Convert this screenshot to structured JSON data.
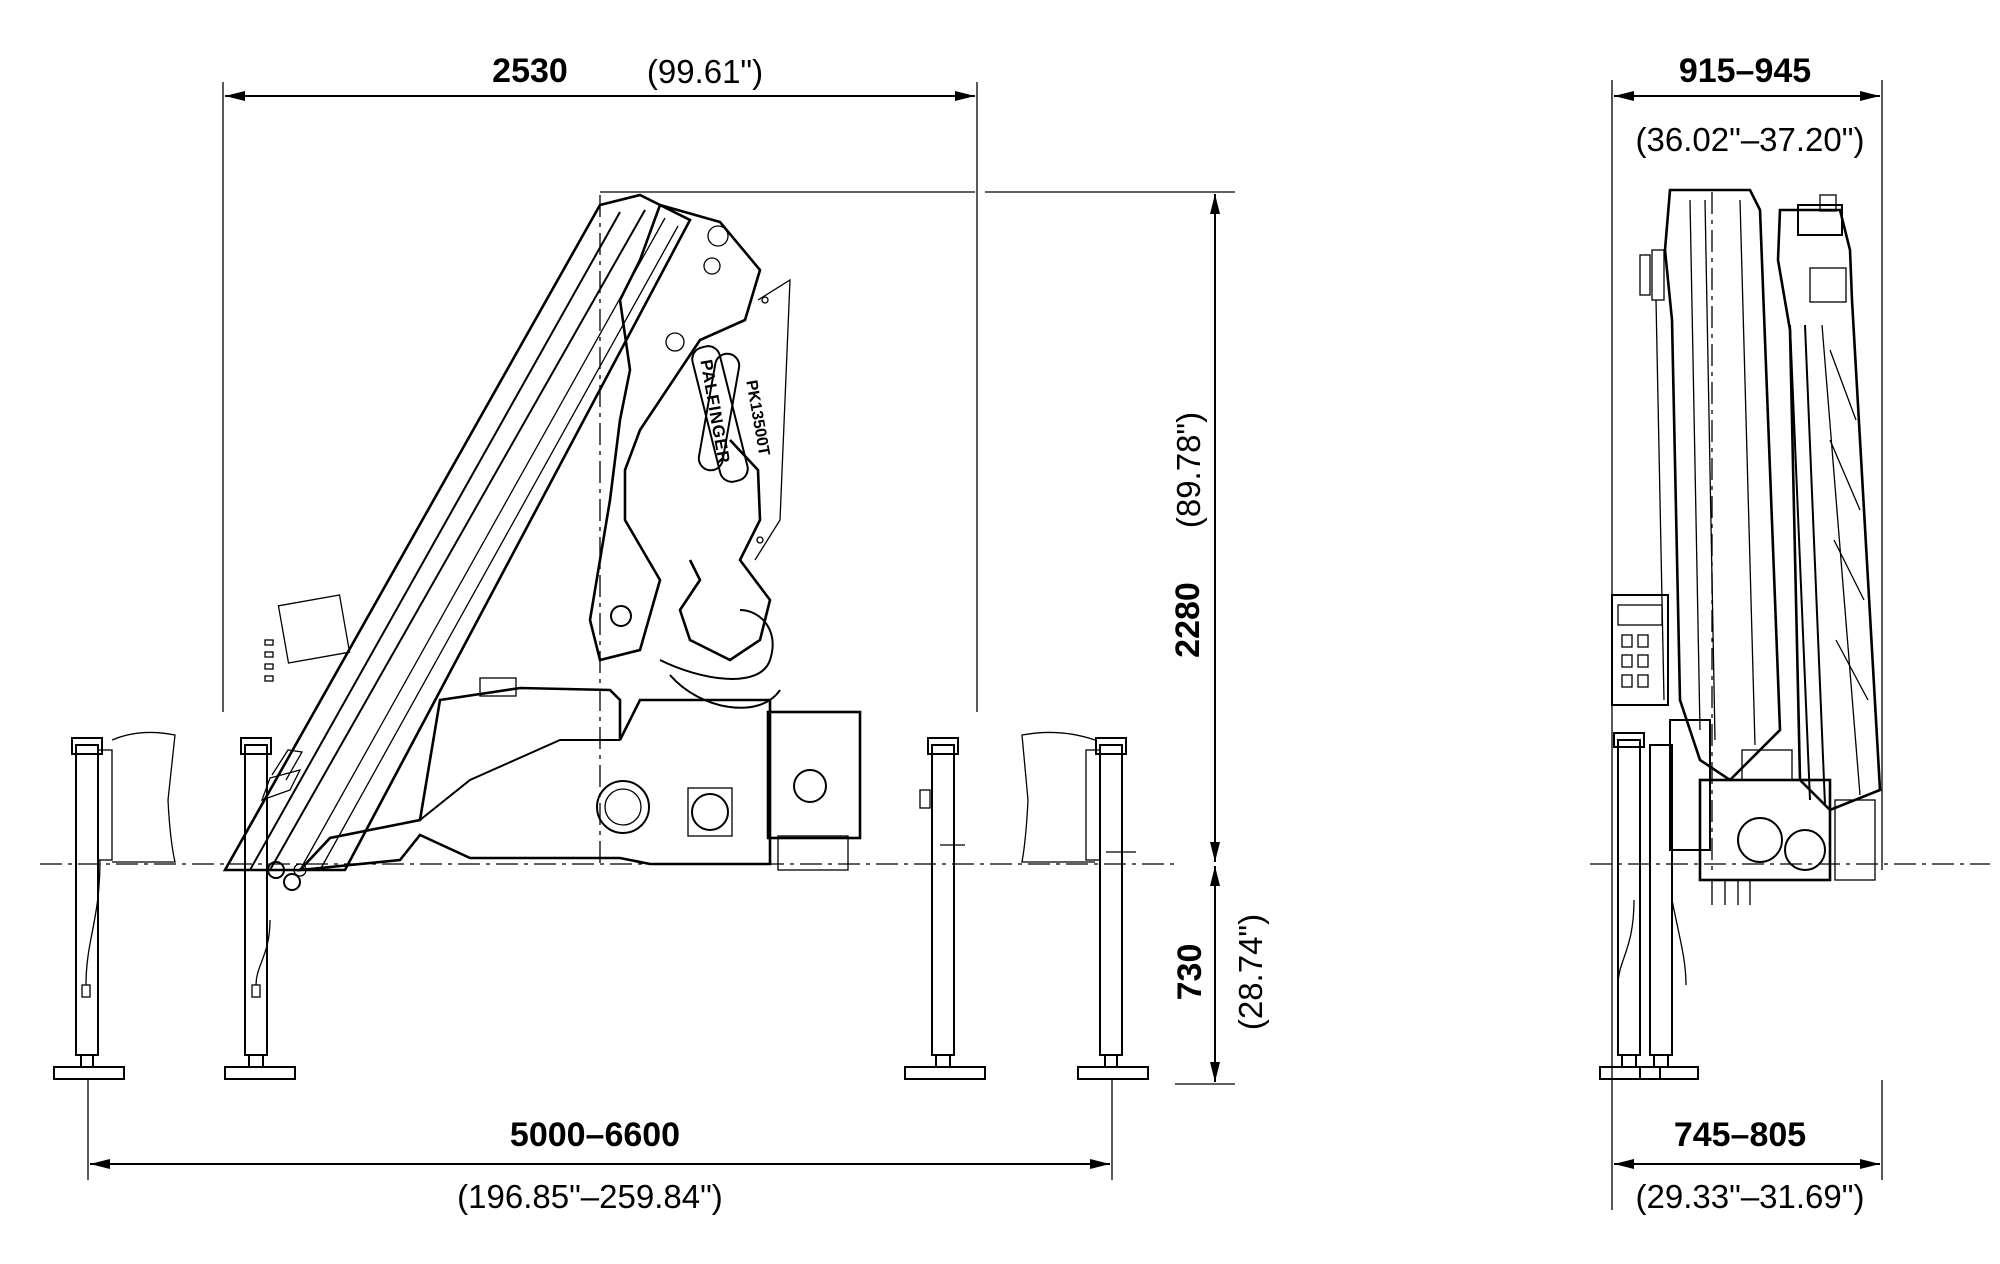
{
  "views": {
    "side": {
      "overall_length": {
        "mm": "2530",
        "in": "(99.61\")"
      },
      "height_above_base": {
        "mm": "2280",
        "in": "(89.78\")"
      },
      "height_below_base": {
        "mm": "730",
        "in": "(28.74\")"
      },
      "outrigger_span": {
        "mm": "5000–6600",
        "in": "(196.85\"–259.84\")"
      }
    },
    "end": {
      "top_width": {
        "mm": "915–945",
        "in": "(36.02\"–37.20\")"
      },
      "base_width": {
        "mm": "745–805",
        "in": "(29.33\"–31.69\")"
      }
    }
  },
  "boom_labels": {
    "brand": "PALFINGER",
    "model": "PK13500T"
  }
}
